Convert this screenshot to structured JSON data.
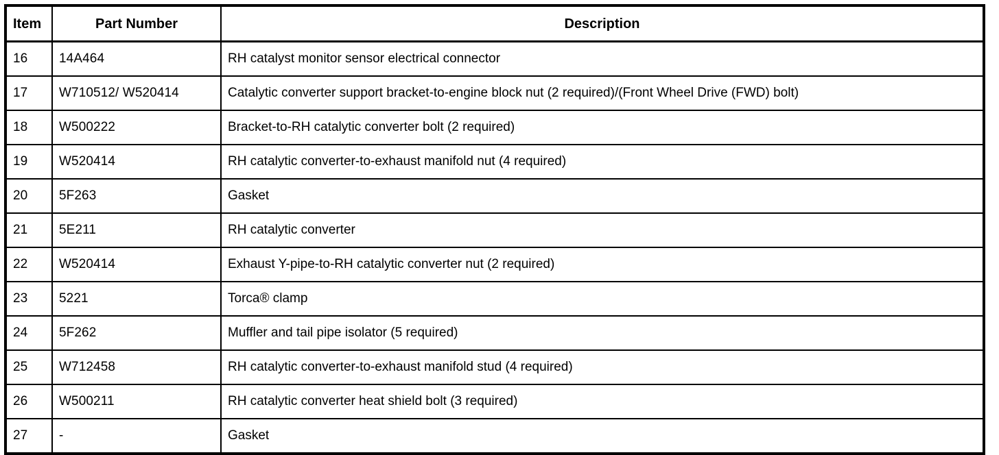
{
  "table": {
    "columns": [
      {
        "key": "item",
        "label": "Item"
      },
      {
        "key": "part_number",
        "label": "Part Number"
      },
      {
        "key": "description",
        "label": "Description"
      }
    ],
    "rows": [
      {
        "item": "16",
        "part_number": "14A464",
        "description": "RH catalyst monitor sensor electrical connector"
      },
      {
        "item": "17",
        "part_number": "W710512/ W520414",
        "description": "Catalytic converter support bracket-to-engine block nut (2 required)/(Front Wheel Drive (FWD) bolt)"
      },
      {
        "item": "18",
        "part_number": "W500222",
        "description": "Bracket-to-RH catalytic converter bolt (2 required)"
      },
      {
        "item": "19",
        "part_number": "W520414",
        "description": "RH catalytic converter-to-exhaust manifold nut (4 required)"
      },
      {
        "item": "20",
        "part_number": "5F263",
        "description": "Gasket"
      },
      {
        "item": "21",
        "part_number": "5E211",
        "description": "RH catalytic converter"
      },
      {
        "item": "22",
        "part_number": "W520414",
        "description": "Exhaust Y-pipe-to-RH catalytic converter nut (2 required)"
      },
      {
        "item": "23",
        "part_number": "5221",
        "description": "Torca® clamp"
      },
      {
        "item": "24",
        "part_number": "5F262",
        "description": "Muffler and tail pipe isolator (5 required)"
      },
      {
        "item": "25",
        "part_number": "W712458",
        "description": "RH catalytic converter-to-exhaust manifold stud (4 required)"
      },
      {
        "item": "26",
        "part_number": "W500211",
        "description": "RH catalytic converter heat shield bolt (3 required)"
      },
      {
        "item": "27",
        "part_number": "-",
        "description": "Gasket"
      }
    ]
  },
  "colors": {
    "border": "#000000",
    "text": "#000000",
    "background": "#ffffff"
  }
}
